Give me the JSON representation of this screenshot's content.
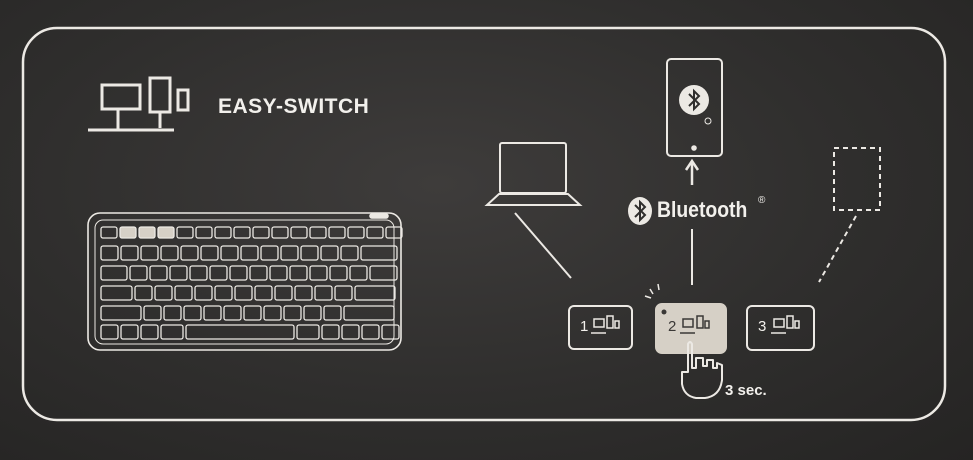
{
  "brand": {
    "title": "EASY-SWITCH"
  },
  "bluetooth": {
    "label": "Bluetooth",
    "registered": "®"
  },
  "channels": [
    {
      "number": "1",
      "active": false
    },
    {
      "number": "2",
      "active": true
    },
    {
      "number": "3",
      "active": false
    }
  ],
  "hold": {
    "text": "3 sec."
  },
  "colors": {
    "background": "#2f2e2d",
    "line": "#ece9e4",
    "active_key": "#d6d0c6"
  }
}
